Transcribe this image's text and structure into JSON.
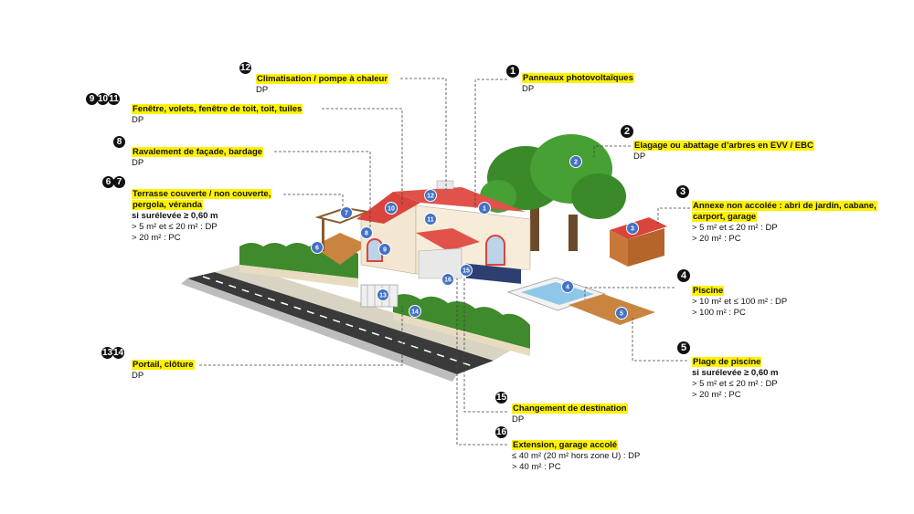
{
  "callouts": {
    "c1": {
      "num": "1",
      "title": "Panneaux photovoltaïques",
      "lines": [
        "DP"
      ]
    },
    "c2": {
      "num": "2",
      "title": "Elagage ou abattage d’arbres en EVV / EBC",
      "lines": [
        "DP"
      ]
    },
    "c3": {
      "num": "3",
      "title": "Annexe non accolée : abri de jardin, cabane, carport, garage",
      "lines": [
        "> 5 m² et ≤ 20 m² : DP",
        "> 20 m² : PC"
      ]
    },
    "c4": {
      "num": "4",
      "title": "Piscine",
      "lines": [
        "> 10 m² et ≤ 100 m² : DP",
        "> 100 m² : PC"
      ]
    },
    "c5": {
      "num": "5",
      "title": "Plage de piscine",
      "sub": "si surélevée ≥ 0,60 m",
      "lines": [
        "> 5 m² et ≤ 20 m² : DP",
        "> 20 m² : PC"
      ]
    },
    "c67": {
      "nums": [
        "6",
        "7"
      ],
      "title": "Terrasse couverte / non couverte, pergola, véranda",
      "sub": "si surélevée ≥ 0,60 m",
      "lines": [
        "> 5 m² et ≤ 20 m² : DP",
        "> 20 m² : PC"
      ]
    },
    "c8": {
      "num": "8",
      "title": "Ravalement de façade, bardage",
      "lines": [
        "DP"
      ]
    },
    "c91011": {
      "nums": [
        "9",
        "10",
        "11"
      ],
      "title": "Fenêtre, volets, fenêtre de toit, toit, tuiles",
      "lines": [
        "DP"
      ]
    },
    "c12": {
      "num": "12",
      "title": "Climatisation / pompe à chaleur",
      "lines": [
        "DP"
      ]
    },
    "c1314": {
      "nums": [
        "13",
        "14"
      ],
      "title": "Portail, clôture",
      "lines": [
        "DP"
      ]
    },
    "c15": {
      "num": "15",
      "title": "Changement de destination",
      "lines": [
        "DP"
      ]
    },
    "c16": {
      "num": "16",
      "title": "Extension, garage accolé",
      "lines": [
        "≤ 40 m² (20 m² hors zone U) : DP",
        "> 40 m² : PC"
      ]
    }
  },
  "markers": [
    "1",
    "2",
    "3",
    "4",
    "5",
    "6",
    "7",
    "8",
    "9",
    "10",
    "11",
    "12",
    "13",
    "14",
    "15",
    "16"
  ],
  "colors": {
    "highlight": "#fff200",
    "marker": "#4472c4",
    "roof": "#d9453c",
    "hedge": "#3f8a2c",
    "wall": "#f3e7d2"
  }
}
